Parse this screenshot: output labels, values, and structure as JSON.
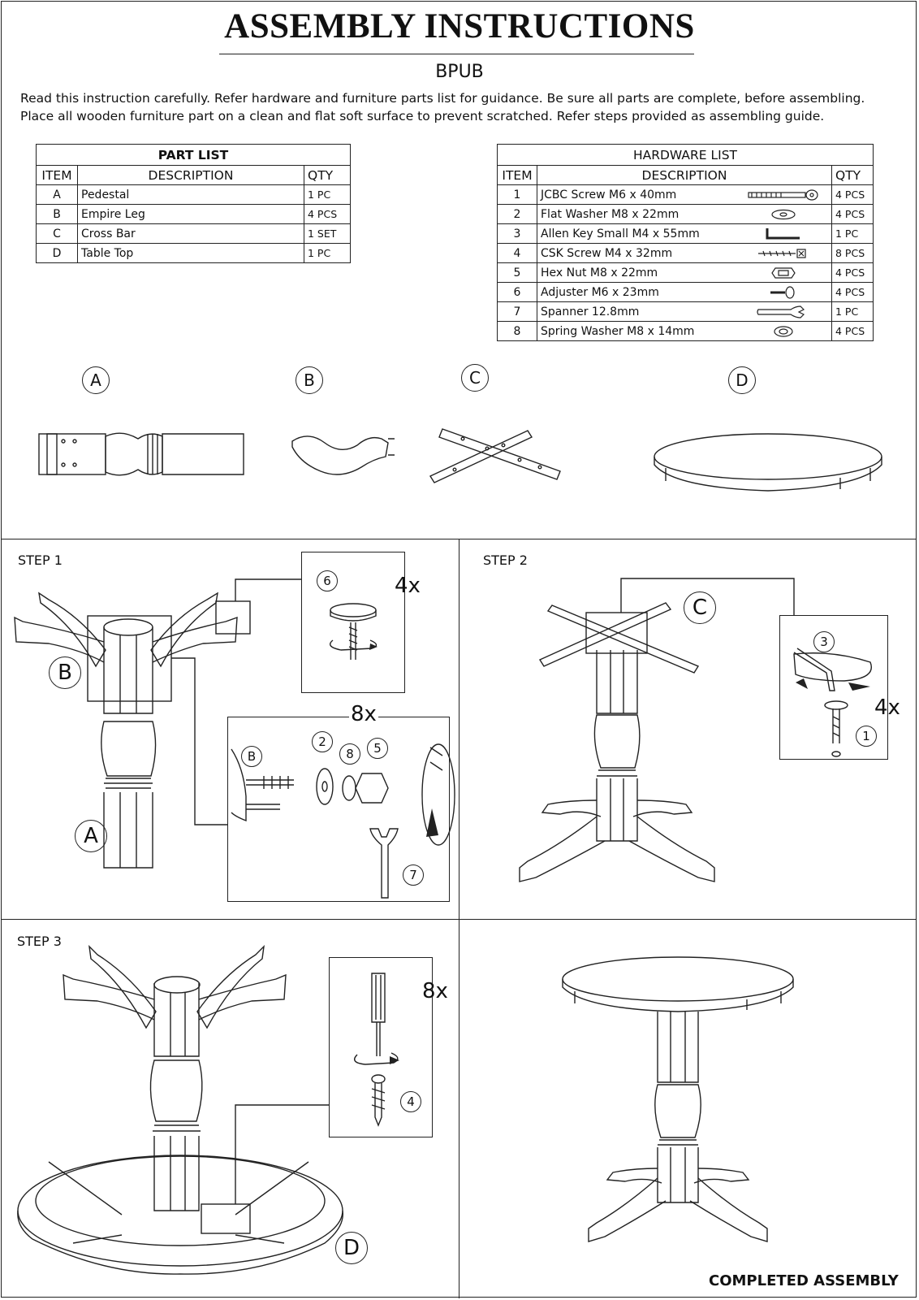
{
  "header": {
    "title": "ASSEMBLY INSTRUCTIONS",
    "model": "BPUB",
    "intro_line1": "Read this instruction carefully. Refer hardware and furniture parts list for guidance. Be sure all parts are complete, before assembling.",
    "intro_line2": "Place all wooden furniture part on a clean and flat soft surface to prevent scratched. Refer steps provided as assembling guide."
  },
  "part_list": {
    "caption": "PART LIST",
    "col_item": "ITEM",
    "col_desc": "DESCRIPTION",
    "col_qty": "QTY",
    "rows": [
      {
        "item": "A",
        "desc": "Pedestal",
        "qty": "1 PC"
      },
      {
        "item": "B",
        "desc": "Empire Leg",
        "qty": "4 PCS"
      },
      {
        "item": "C",
        "desc": "Cross Bar",
        "qty": "1 SET"
      },
      {
        "item": "D",
        "desc": "Table Top",
        "qty": "1 PC"
      }
    ]
  },
  "hardware_list": {
    "caption": "HARDWARE LIST",
    "col_item": "ITEM",
    "col_desc": "DESCRIPTION",
    "col_qty": "QTY",
    "rows": [
      {
        "item": "1",
        "desc": "JCBC Screw M6 x 40mm",
        "qty": "4 PCS",
        "icon": "bolt-icon"
      },
      {
        "item": "2",
        "desc": "Flat Washer M8 x 22mm",
        "qty": "4 PCS",
        "icon": "washer-icon"
      },
      {
        "item": "3",
        "desc": "Allen Key Small M4 x 55mm",
        "qty": "1 PC",
        "icon": "allen-key-icon"
      },
      {
        "item": "4",
        "desc": "CSK Screw M4 x 32mm",
        "qty": "8 PCS",
        "icon": "screw-icon"
      },
      {
        "item": "5",
        "desc": "Hex Nut M8 x 22mm",
        "qty": "4 PCS",
        "icon": "hex-nut-icon"
      },
      {
        "item": "6",
        "desc": "Adjuster M6 x 23mm",
        "qty": "4 PCS",
        "icon": "adjuster-icon"
      },
      {
        "item": "7",
        "desc": "Spanner 12.8mm",
        "qty": "1 PC",
        "icon": "spanner-icon"
      },
      {
        "item": "8",
        "desc": "Spring Washer M8 x 14mm",
        "qty": "4 PCS",
        "icon": "spring-washer-icon"
      }
    ]
  },
  "parts": {
    "a": "A",
    "b": "B",
    "c": "C",
    "d": "D"
  },
  "step1": {
    "label": "STEP 1",
    "mult_adjuster": "4x",
    "mult_leg": "8x",
    "n6": "6",
    "n2": "2",
    "n8": "8",
    "n5": "5",
    "n7": "7",
    "lb": "B",
    "la": "A",
    "lb_small": "B"
  },
  "step2": {
    "label": "STEP 2",
    "mult": "4x",
    "n3": "3",
    "n1": "1",
    "lc": "C"
  },
  "step3": {
    "label": "STEP 3",
    "mult": "8x",
    "n4": "4",
    "ld": "D"
  },
  "completed": {
    "label": "COMPLETED ASSEMBLY"
  }
}
